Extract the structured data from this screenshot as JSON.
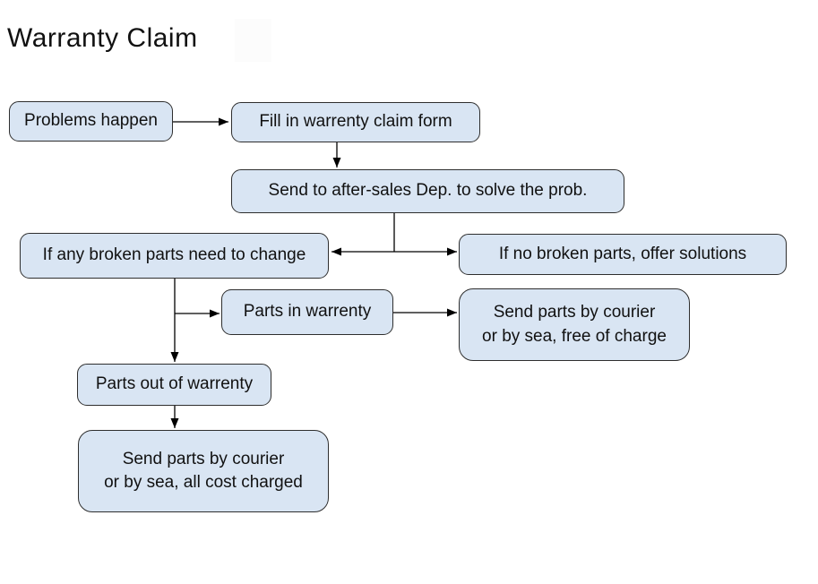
{
  "title": "Warranty Claim",
  "colors": {
    "background": "#ffffff",
    "node_fill": "#d9e5f3",
    "node_border": "#2e2e2e",
    "connector": "#000000",
    "text": "#111111",
    "artifact": "#fcfcfc"
  },
  "nodes": [
    {
      "id": "problems-happen",
      "label": "Problems happen"
    },
    {
      "id": "fill-form",
      "label": "Fill in warrenty claim form"
    },
    {
      "id": "send-after-sales",
      "label": "Send to after-sales Dep. to solve the prob."
    },
    {
      "id": "broken-parts-change",
      "label": "If any broken parts need to change"
    },
    {
      "id": "no-broken-parts",
      "label": "If no broken parts, offer solutions"
    },
    {
      "id": "parts-in-warranty",
      "label": "Parts in warrenty"
    },
    {
      "id": "send-free",
      "label": "Send parts by courier\nor by sea, free of charge"
    },
    {
      "id": "parts-out-warranty",
      "label": "Parts out of warrenty"
    },
    {
      "id": "send-charged",
      "label": "Send parts by courier\nor by sea, all cost charged"
    }
  ],
  "edges": [
    {
      "from": "problems-happen",
      "to": "fill-form"
    },
    {
      "from": "fill-form",
      "to": "send-after-sales"
    },
    {
      "from": "send-after-sales",
      "to": "broken-parts-change"
    },
    {
      "from": "send-after-sales",
      "to": "no-broken-parts"
    },
    {
      "from": "broken-parts-change",
      "to": "parts-in-warranty"
    },
    {
      "from": "broken-parts-change",
      "to": "parts-out-warranty"
    },
    {
      "from": "parts-in-warranty",
      "to": "send-free"
    },
    {
      "from": "parts-out-warranty",
      "to": "send-charged"
    }
  ]
}
